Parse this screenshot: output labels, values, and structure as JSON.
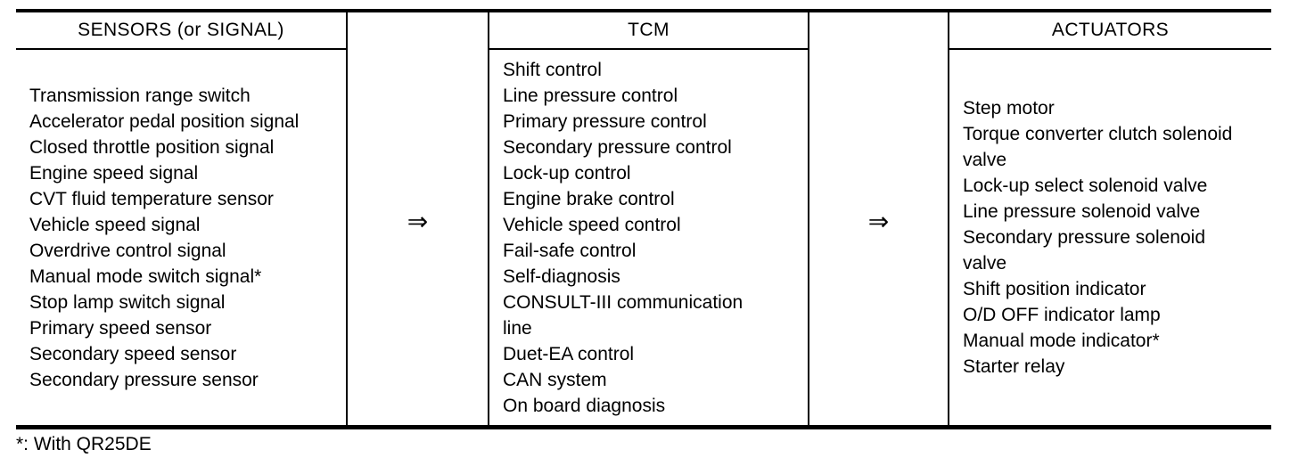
{
  "table": {
    "arrow_symbol": "⇒",
    "columns": [
      {
        "header": "SENSORS (or SIGNAL)",
        "items": [
          "Transmission range switch",
          "Accelerator pedal position signal",
          "Closed throttle position signal",
          "Engine speed signal",
          "CVT fluid temperature sensor",
          "Vehicle speed signal",
          "Overdrive control signal",
          "Manual mode switch signal*",
          "Stop lamp switch signal",
          "Primary speed sensor",
          "Secondary speed sensor",
          "Secondary pressure sensor"
        ]
      },
      {
        "header": "TCM",
        "items": [
          "Shift control",
          "Line pressure control",
          "Primary pressure control",
          "Secondary pressure control",
          "Lock-up control",
          "Engine brake control",
          "Vehicle speed control",
          "Fail-safe control",
          "Self-diagnosis",
          "CONSULT-III communication line",
          "Duet-EA control",
          "CAN system",
          "On board diagnosis"
        ]
      },
      {
        "header": "ACTUATORS",
        "items": [
          "Step motor",
          "Torque converter clutch solenoid valve",
          "Lock-up select solenoid valve",
          "Line pressure solenoid valve",
          "Secondary pressure solenoid valve",
          "Shift position indicator",
          "O/D OFF indicator lamp",
          "Manual mode indicator*",
          "Starter relay"
        ]
      }
    ]
  },
  "footnote": "*: With QR25DE"
}
